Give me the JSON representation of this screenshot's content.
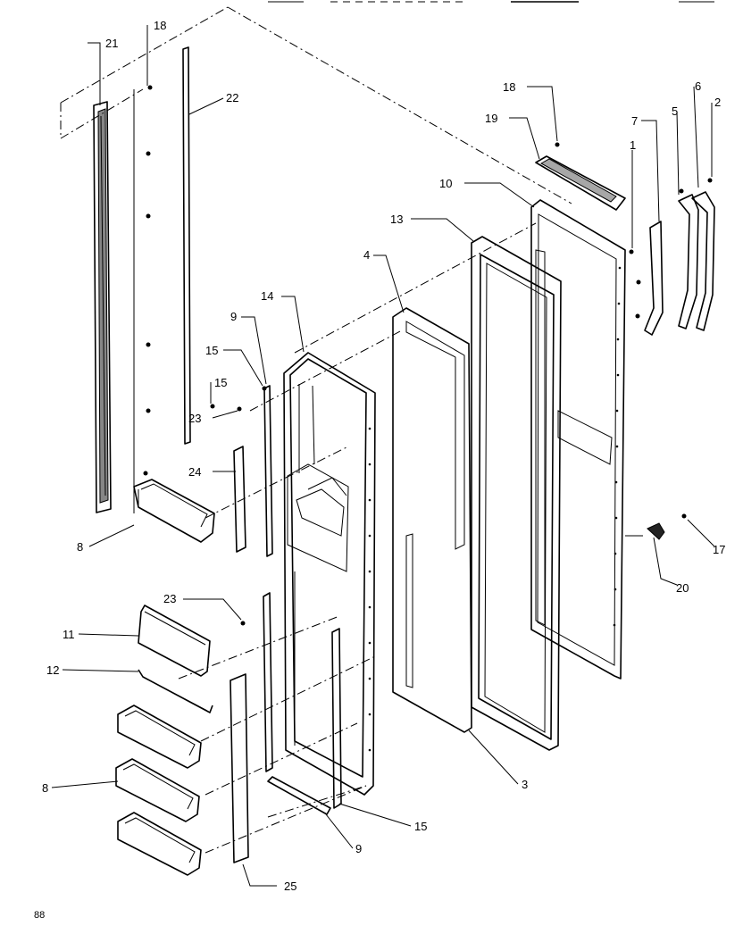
{
  "callouts": {
    "c1": "1",
    "c2": "2",
    "c3": "3",
    "c4": "4",
    "c5": "5",
    "c6": "6",
    "c7": "7",
    "c8a": "8",
    "c8b": "8",
    "c9a": "9",
    "c9b": "9",
    "c10": "10",
    "c11": "11",
    "c12": "12",
    "c13": "13",
    "c14": "14",
    "c15a": "15",
    "c15b": "15",
    "c15c": "15",
    "c17": "17",
    "c18a": "18",
    "c18b": "18",
    "c19": "19",
    "c20": "20",
    "c21": "21",
    "c22": "22",
    "c23a": "23",
    "c23b": "23",
    "c24": "24",
    "c25": "25"
  },
  "page_code": "88"
}
